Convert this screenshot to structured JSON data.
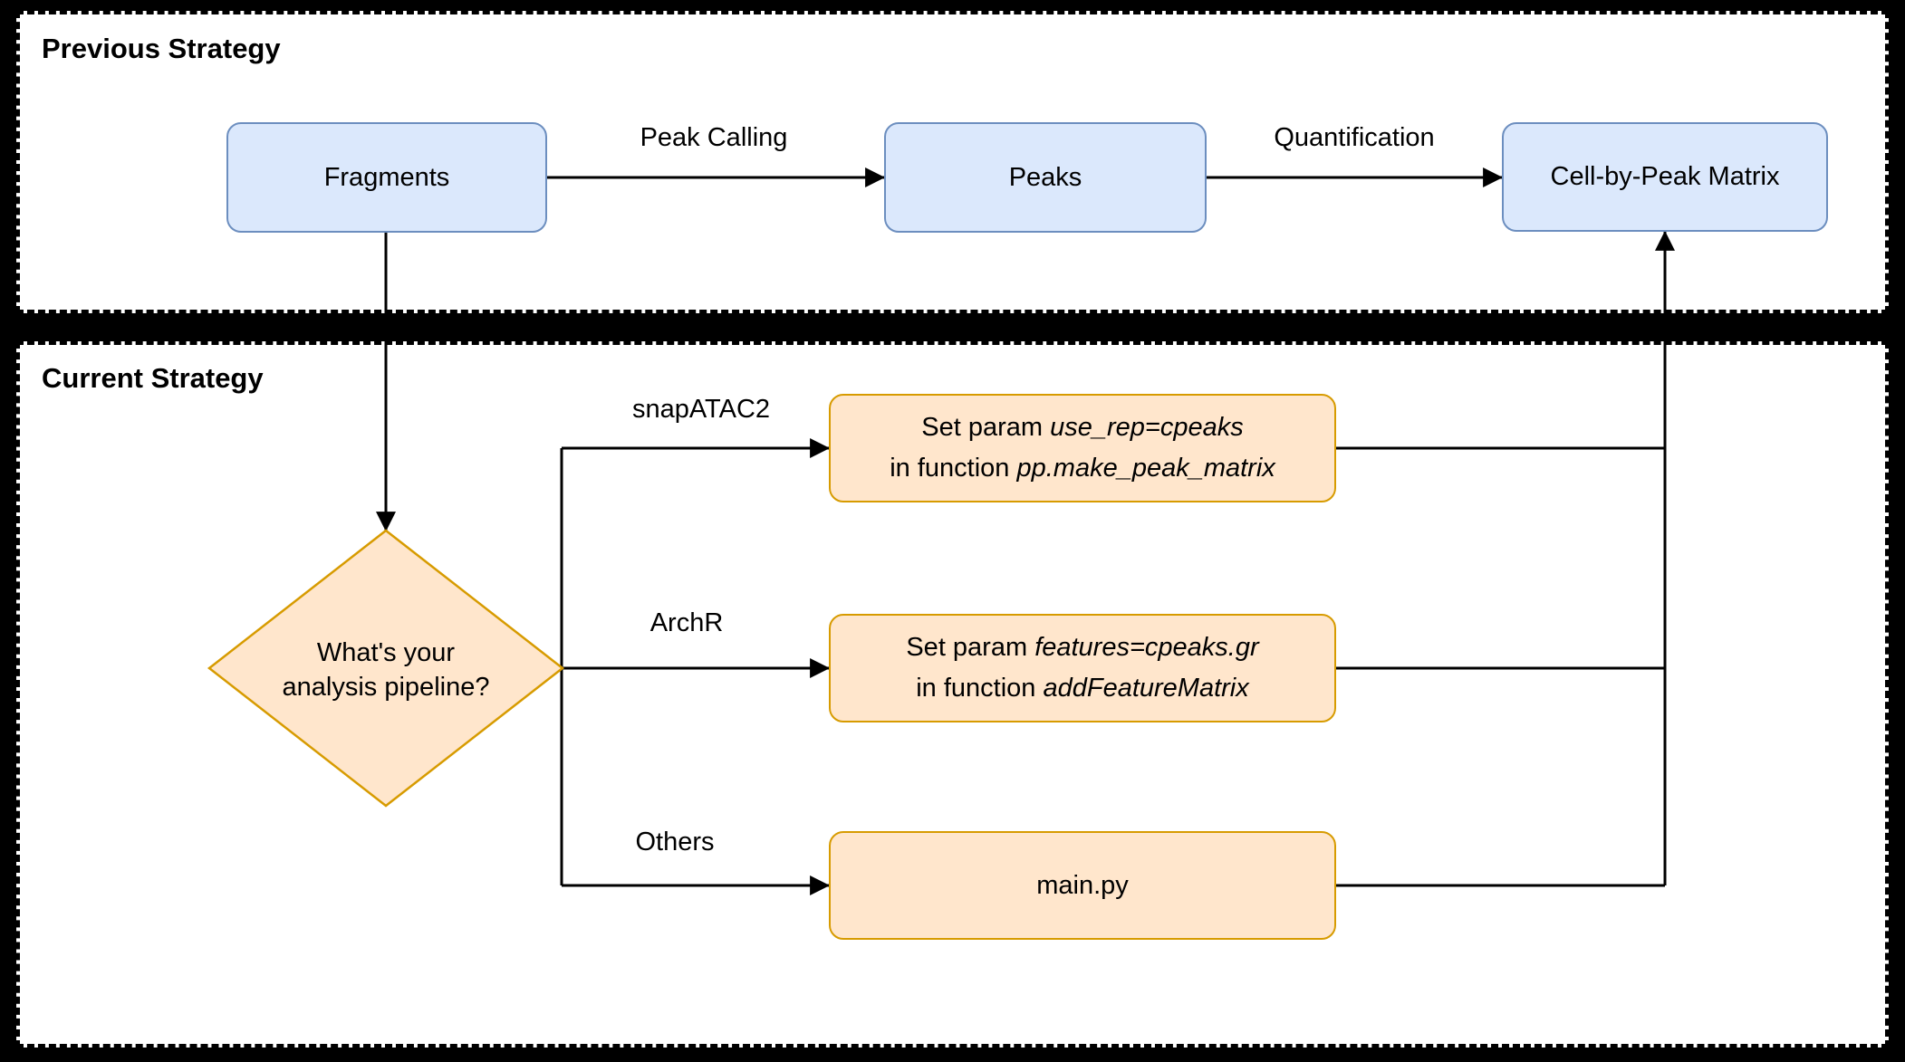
{
  "colors": {
    "canvas_bg": "#000000",
    "section_bg": "#ffffff",
    "blue_fill": "#dbe8fc",
    "blue_border": "#6c8ebf",
    "orange_fill": "#ffe6cc",
    "orange_border": "#d79b00",
    "line": "#000000"
  },
  "previous": {
    "title": "Previous Strategy",
    "nodes": {
      "fragments": "Fragments",
      "peaks": "Peaks",
      "matrix": "Cell-by-Peak Matrix"
    },
    "edge_labels": {
      "peak_calling": "Peak Calling",
      "quantification": "Quantification"
    }
  },
  "current": {
    "title": "Current Strategy",
    "decision": {
      "line1": "What's your",
      "line2": "analysis pipeline?"
    },
    "branch_labels": {
      "snapatac2": "snapATAC2",
      "archr": "ArchR",
      "others": "Others"
    },
    "actions": {
      "snapatac2": {
        "line1_normal": "Set param ",
        "line1_italic": "use_rep=cpeaks",
        "line2_normal": "in function ",
        "line2_italic": "pp.make_peak_matrix"
      },
      "archr": {
        "line1_normal": "Set param ",
        "line1_italic": "features=cpeaks.gr",
        "line2_normal": "in function ",
        "line2_italic": "addFeatureMatrix"
      },
      "others": {
        "label": "main.py"
      }
    }
  }
}
